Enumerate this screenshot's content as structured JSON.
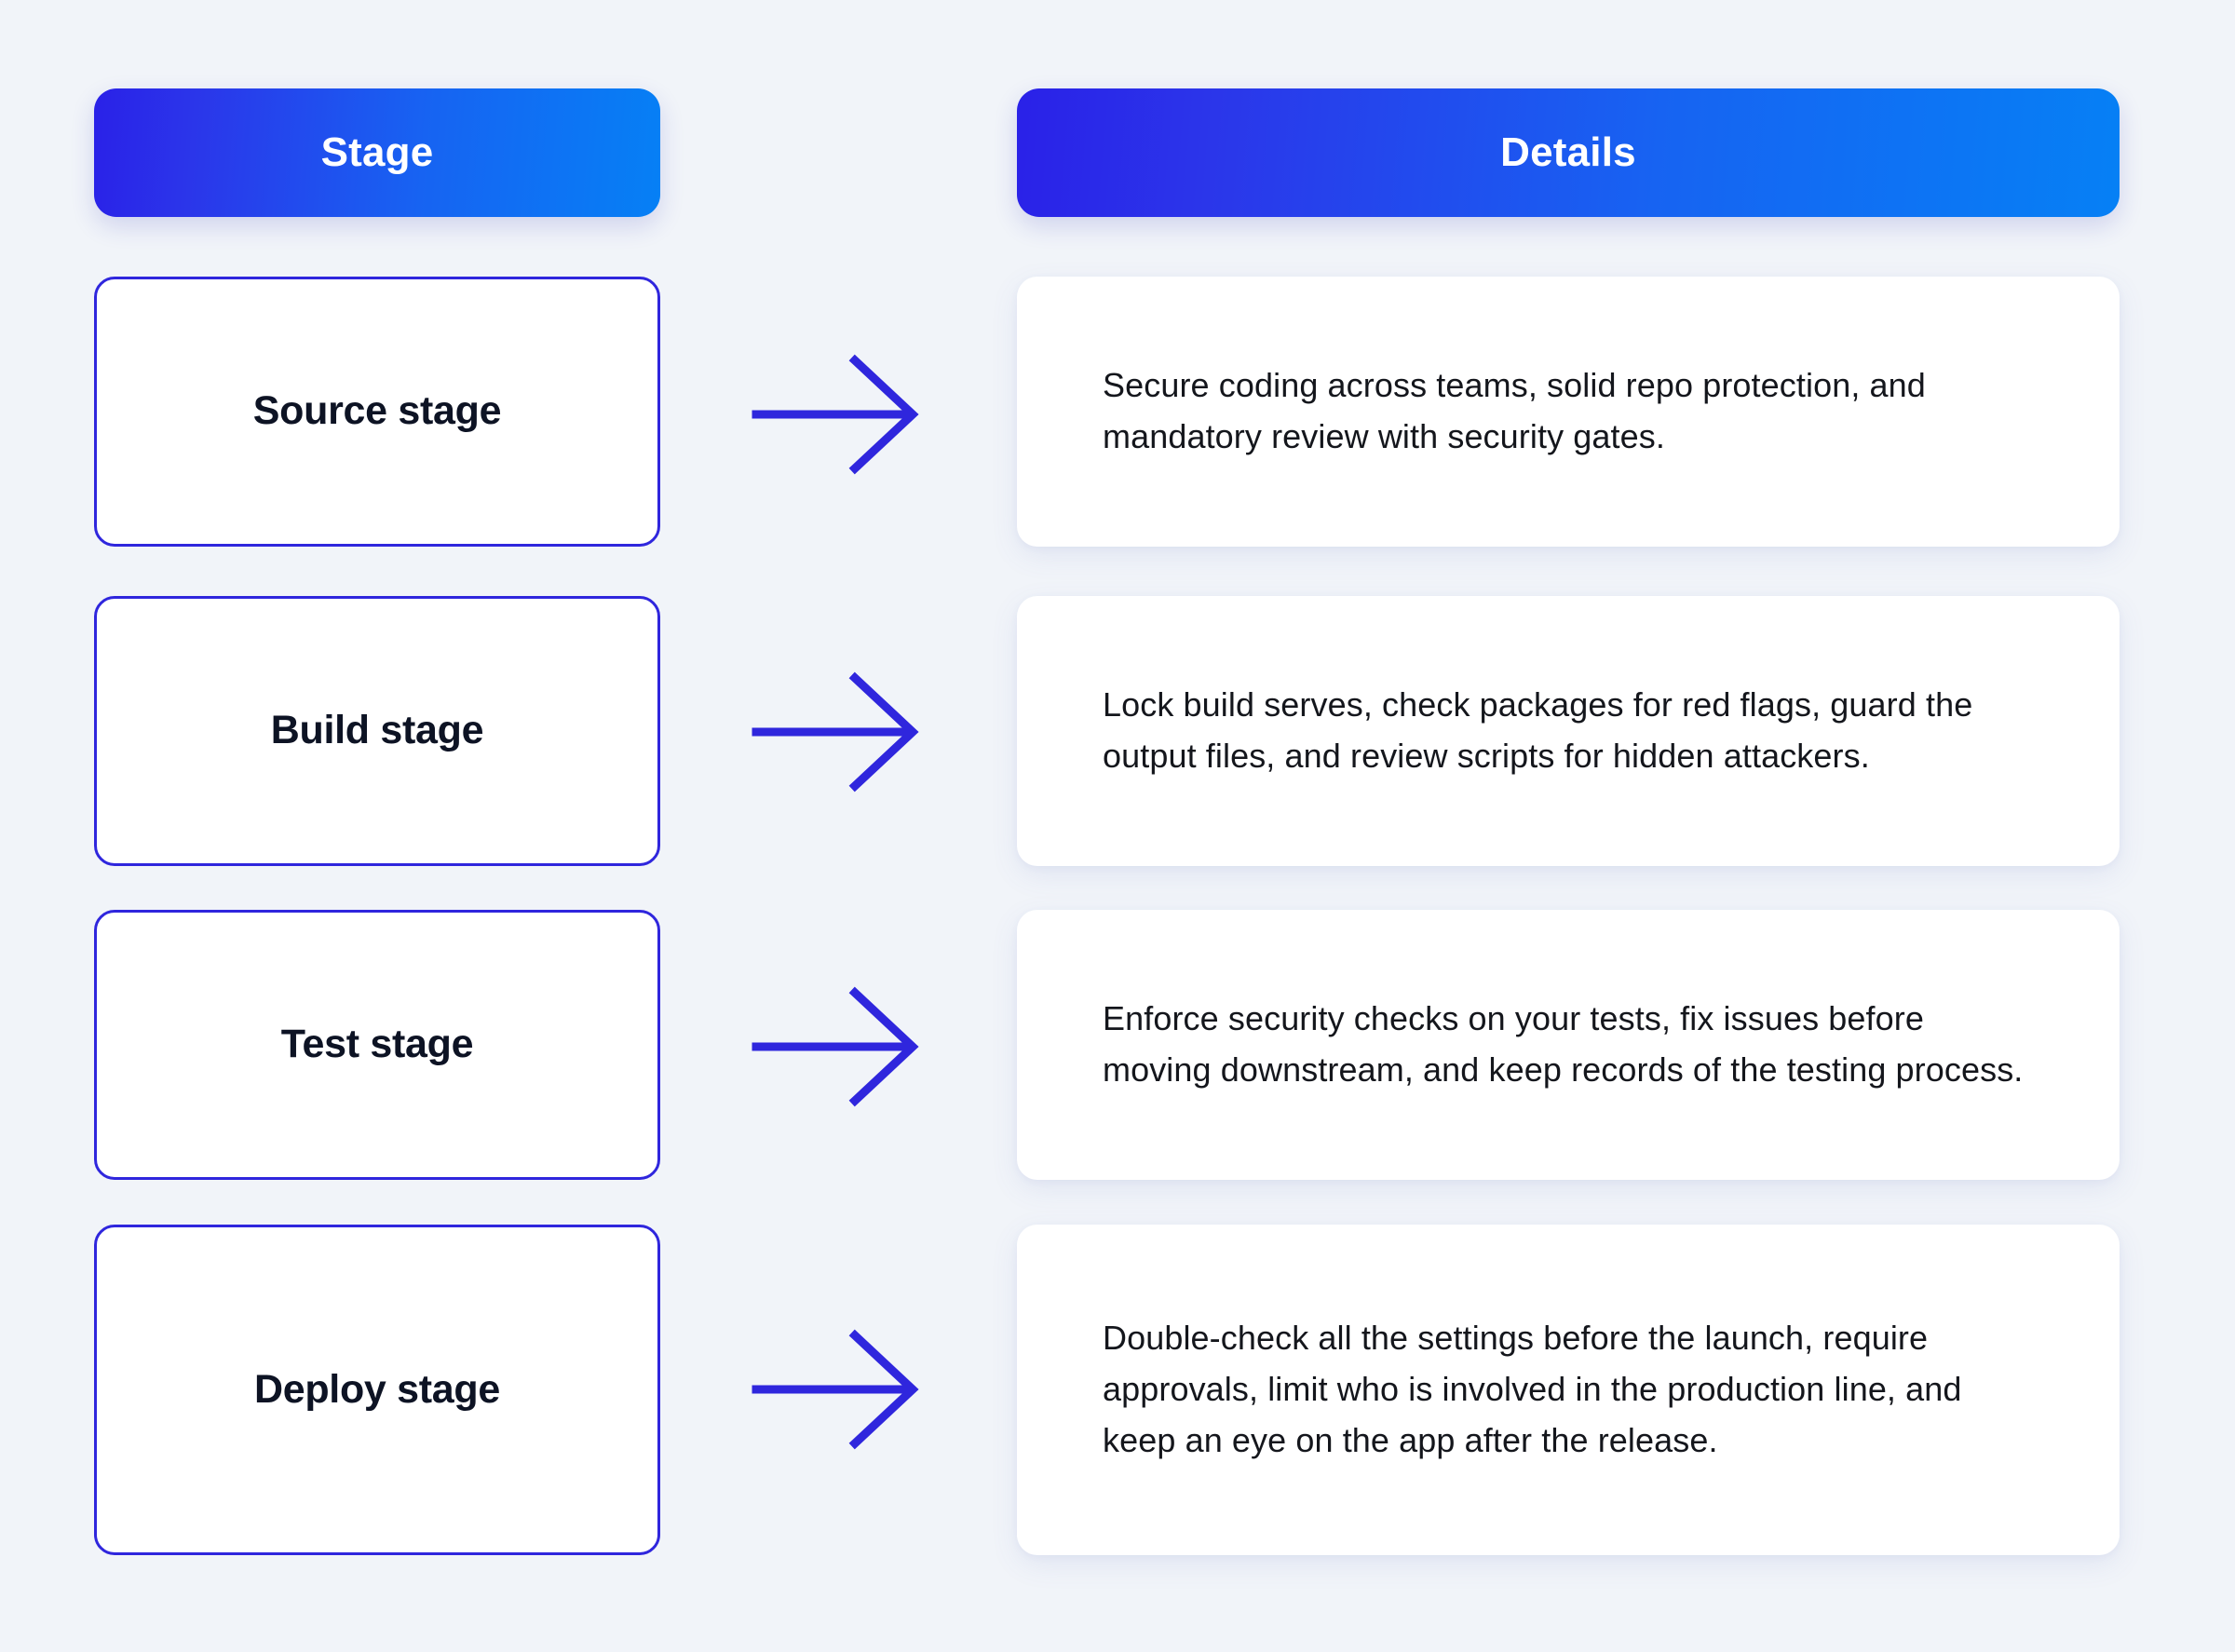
{
  "theme": {
    "page_background": "#F1F4F9",
    "header_gradient_start": "#2A21E8",
    "header_gradient_end": "#0680F5",
    "stage_card_border": "#2F26DD",
    "stage_label_color": "#0D1324",
    "details_card_background": "#FFFFFF",
    "details_text_color": "#14161C",
    "arrow_color": "#2F26DD"
  },
  "headers": {
    "stage": "Stage",
    "details": "Details"
  },
  "rows": [
    {
      "stage": "Source stage",
      "details": "Secure coding across teams, solid repo protection, and mandatory review with security gates.",
      "arrow_icon": "arrow-right-icon"
    },
    {
      "stage": "Build stage",
      "details": "Lock build serves, check packages for red flags, guard the output files, and review scripts for hidden attackers.",
      "arrow_icon": "arrow-right-icon"
    },
    {
      "stage": "Test stage",
      "details": "Enforce security checks on your tests, fix issues before moving downstream, and keep records of the testing process.",
      "arrow_icon": "arrow-right-icon"
    },
    {
      "stage": "Deploy stage",
      "details": "Double-check all the settings before the launch, require approvals, limit who is involved in the production line, and keep an eye on the app after the release.",
      "arrow_icon": "arrow-right-icon"
    }
  ]
}
